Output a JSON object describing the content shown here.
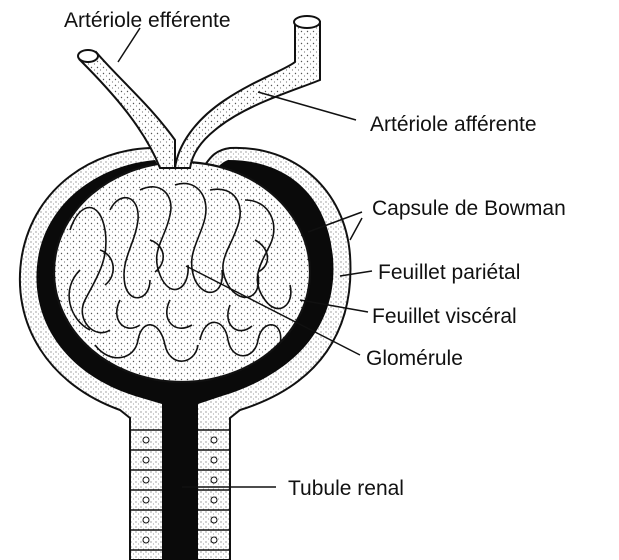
{
  "labels": {
    "efferent_arteriole": "Artériole efférente",
    "afferent_arteriole": "Artériole afférente",
    "bowman_capsule": "Capsule de Bowman",
    "parietal_layer": "Feuillet pariétal",
    "visceral_layer": "Feuillet viscéral",
    "glomerulus": "Glomérule",
    "renal_tubule": "Tubule renal"
  }
}
